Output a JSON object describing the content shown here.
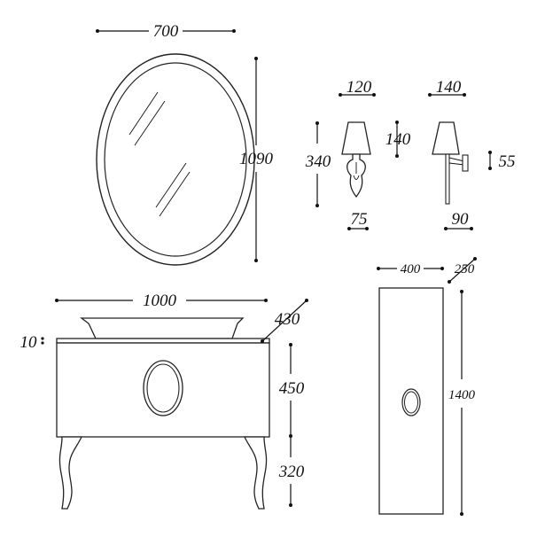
{
  "drawing": {
    "mirror": {
      "width": "700",
      "height": "1090"
    },
    "sconce_a": {
      "width": "120",
      "height": "340",
      "depth": "140",
      "base": "75"
    },
    "sconce_b": {
      "width": "140",
      "projection": "55",
      "base": "90"
    },
    "vanity": {
      "width": "1000",
      "basin_height": "430",
      "top_thickness": "10",
      "cabinet_height": "450",
      "leg_height": "320"
    },
    "column": {
      "width": "400",
      "depth": "250",
      "height": "1400"
    }
  }
}
